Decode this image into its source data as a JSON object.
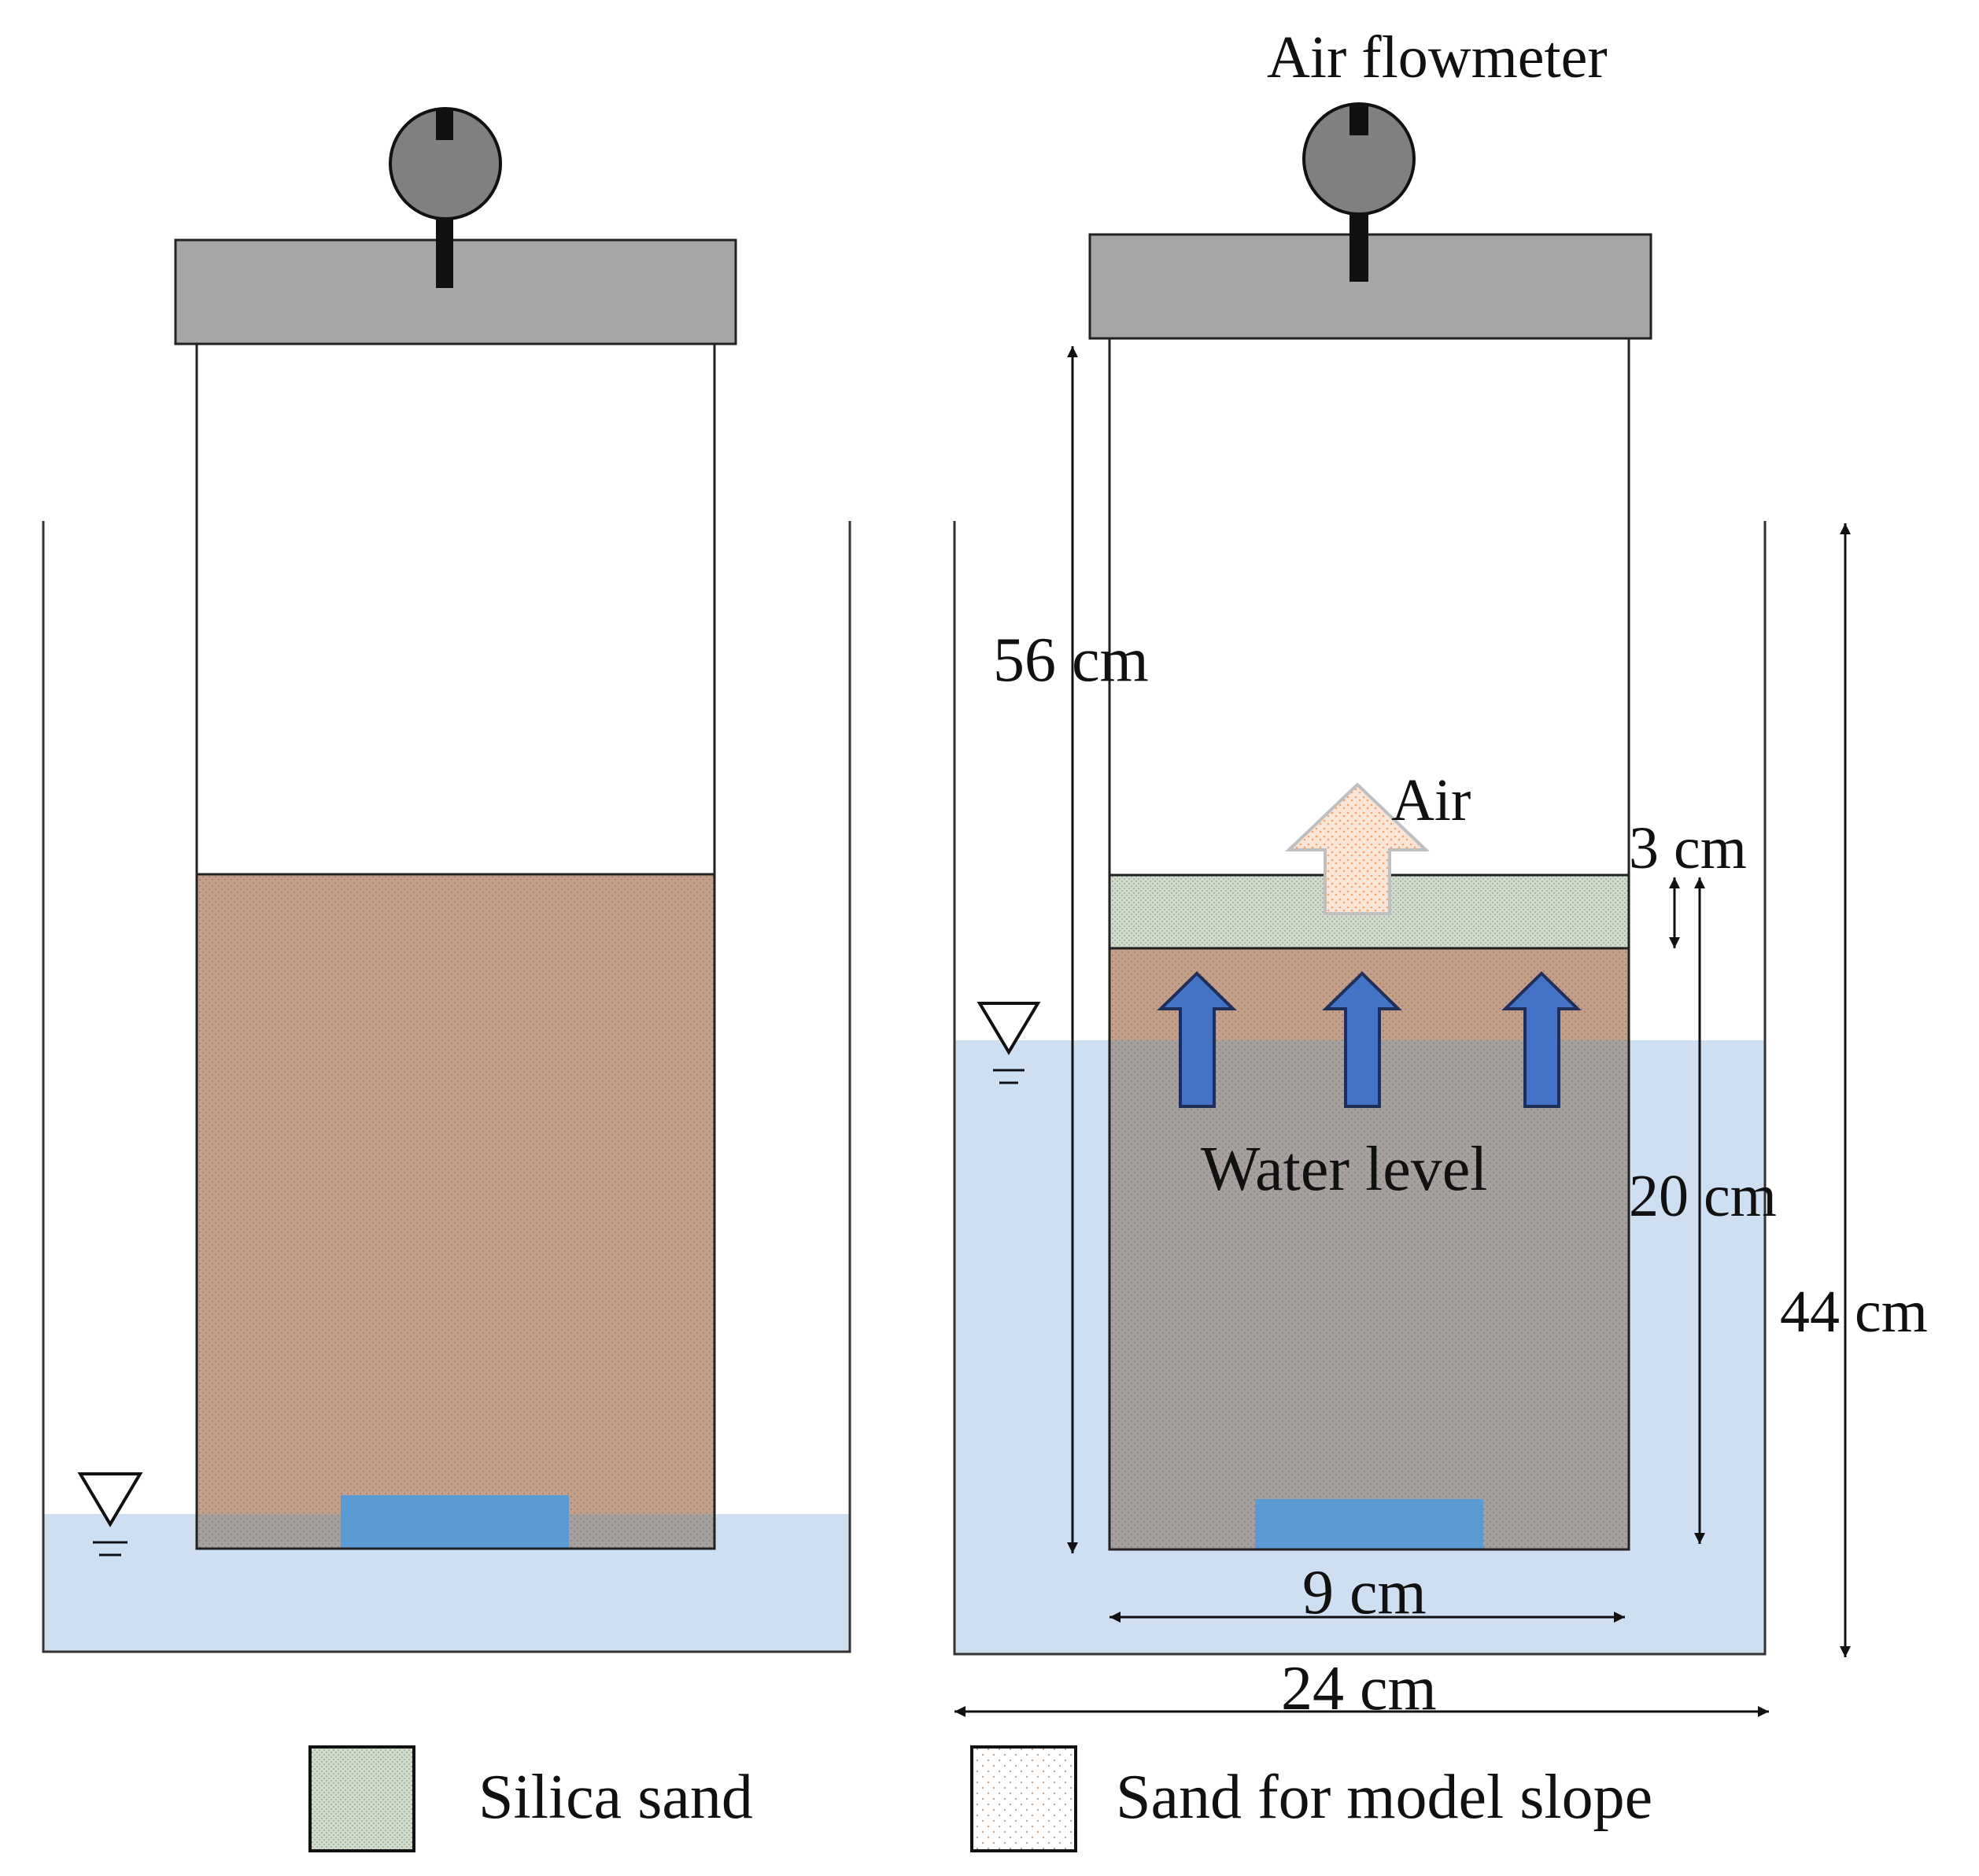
{
  "labels": {
    "air_flowmeter": "Air flowmeter",
    "air": "Air",
    "water_level": "Water level",
    "dim_56": "56 cm",
    "dim_3": "3 cm",
    "dim_20": "20 cm",
    "dim_44": "44 cm",
    "dim_9": "9 cm",
    "dim_24": "24 cm"
  },
  "legend": {
    "silica_sand": "Silica sand",
    "model_slope_sand": "Sand for model slope"
  },
  "colors": {
    "lid": "#a6a6a6",
    "gauge": "#808080",
    "model_sand": "#c4a08a",
    "silica_sand": "#d2dccc",
    "water": "#cddff0",
    "submerged_sand": "#a6a09e",
    "drain_plate": "#5b9bd5",
    "flow_arrow": "#4472c4",
    "air_arrow_fill": "#fbe5d6"
  },
  "icons": [
    "water-level-triangle-icon",
    "upward-flow-arrow-icon",
    "air-arrow-icon",
    "gauge-icon"
  ]
}
